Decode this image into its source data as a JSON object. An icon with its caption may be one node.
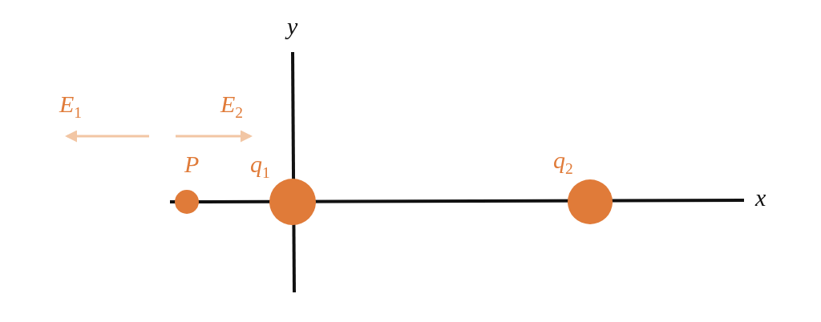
{
  "diagram": {
    "nodes": [
      {
        "text": [
          "P"
        ]
      },
      {
        "text": [
          "q$_{1}$"
        ]
      },
      {
        "text": [
          "q$_{2}$"
        ]
      }
    ],
    "labels": [
      "y",
      "E$_{1}$",
      "E$_{2}$",
      "x"
    ]
  }
}
